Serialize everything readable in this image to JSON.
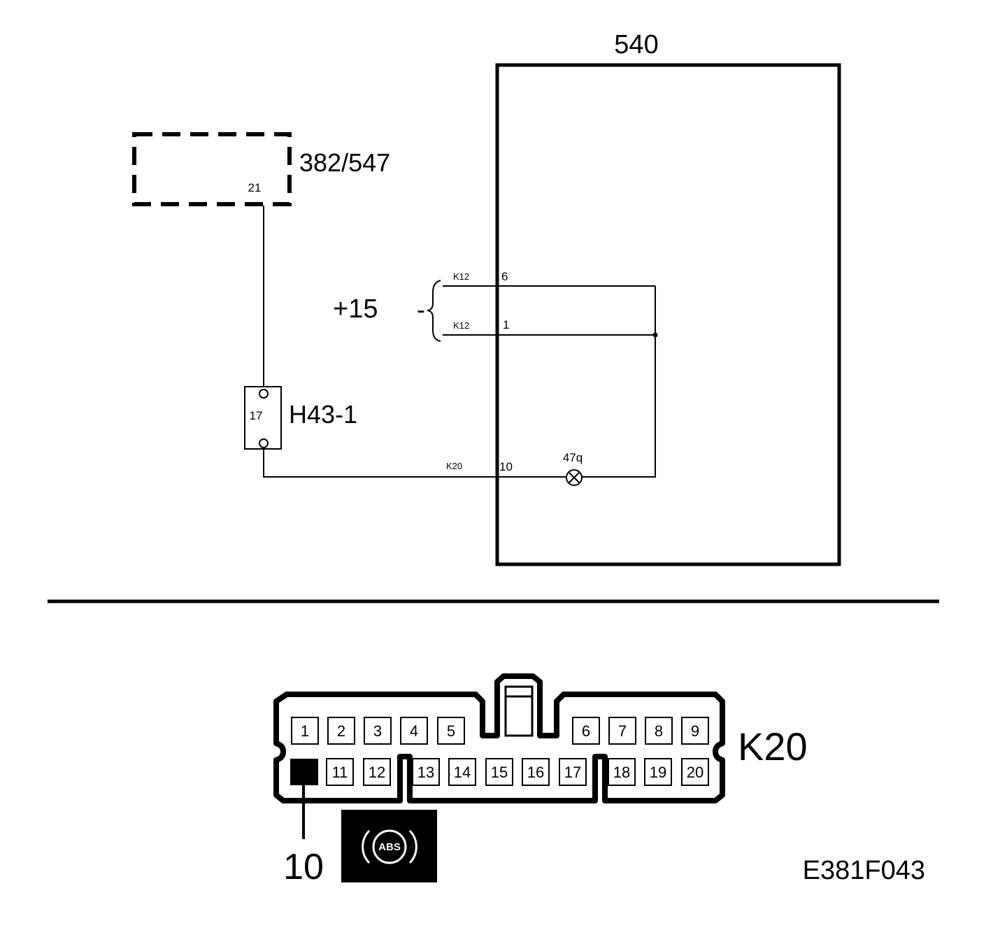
{
  "modules": {
    "main_unit": {
      "label": "540"
    },
    "abs_unit": {
      "label": "382/547",
      "pin": "21"
    },
    "connector_h43": {
      "label": "H43-1",
      "pin": "17"
    }
  },
  "supply": {
    "label": "+15",
    "dash": "-"
  },
  "wires": {
    "top": {
      "connector": "K12",
      "pin": "6"
    },
    "middle": {
      "connector": "K12",
      "pin": "1"
    },
    "bottom": {
      "connector": "K20",
      "pin": "10"
    }
  },
  "lamp": {
    "label": "47q"
  },
  "connector_view": {
    "name": "K20",
    "highlighted_pin": "10",
    "top_row": [
      "1",
      "2",
      "3",
      "4",
      "5",
      "6",
      "7",
      "8",
      "9"
    ],
    "bottom_row": [
      "11",
      "12",
      "13",
      "14",
      "15",
      "16",
      "17",
      "18",
      "19",
      "20"
    ]
  },
  "abs_warning": {
    "text": "ABS",
    "icon": "abs-warning-icon"
  },
  "figure_id": "E381F043"
}
